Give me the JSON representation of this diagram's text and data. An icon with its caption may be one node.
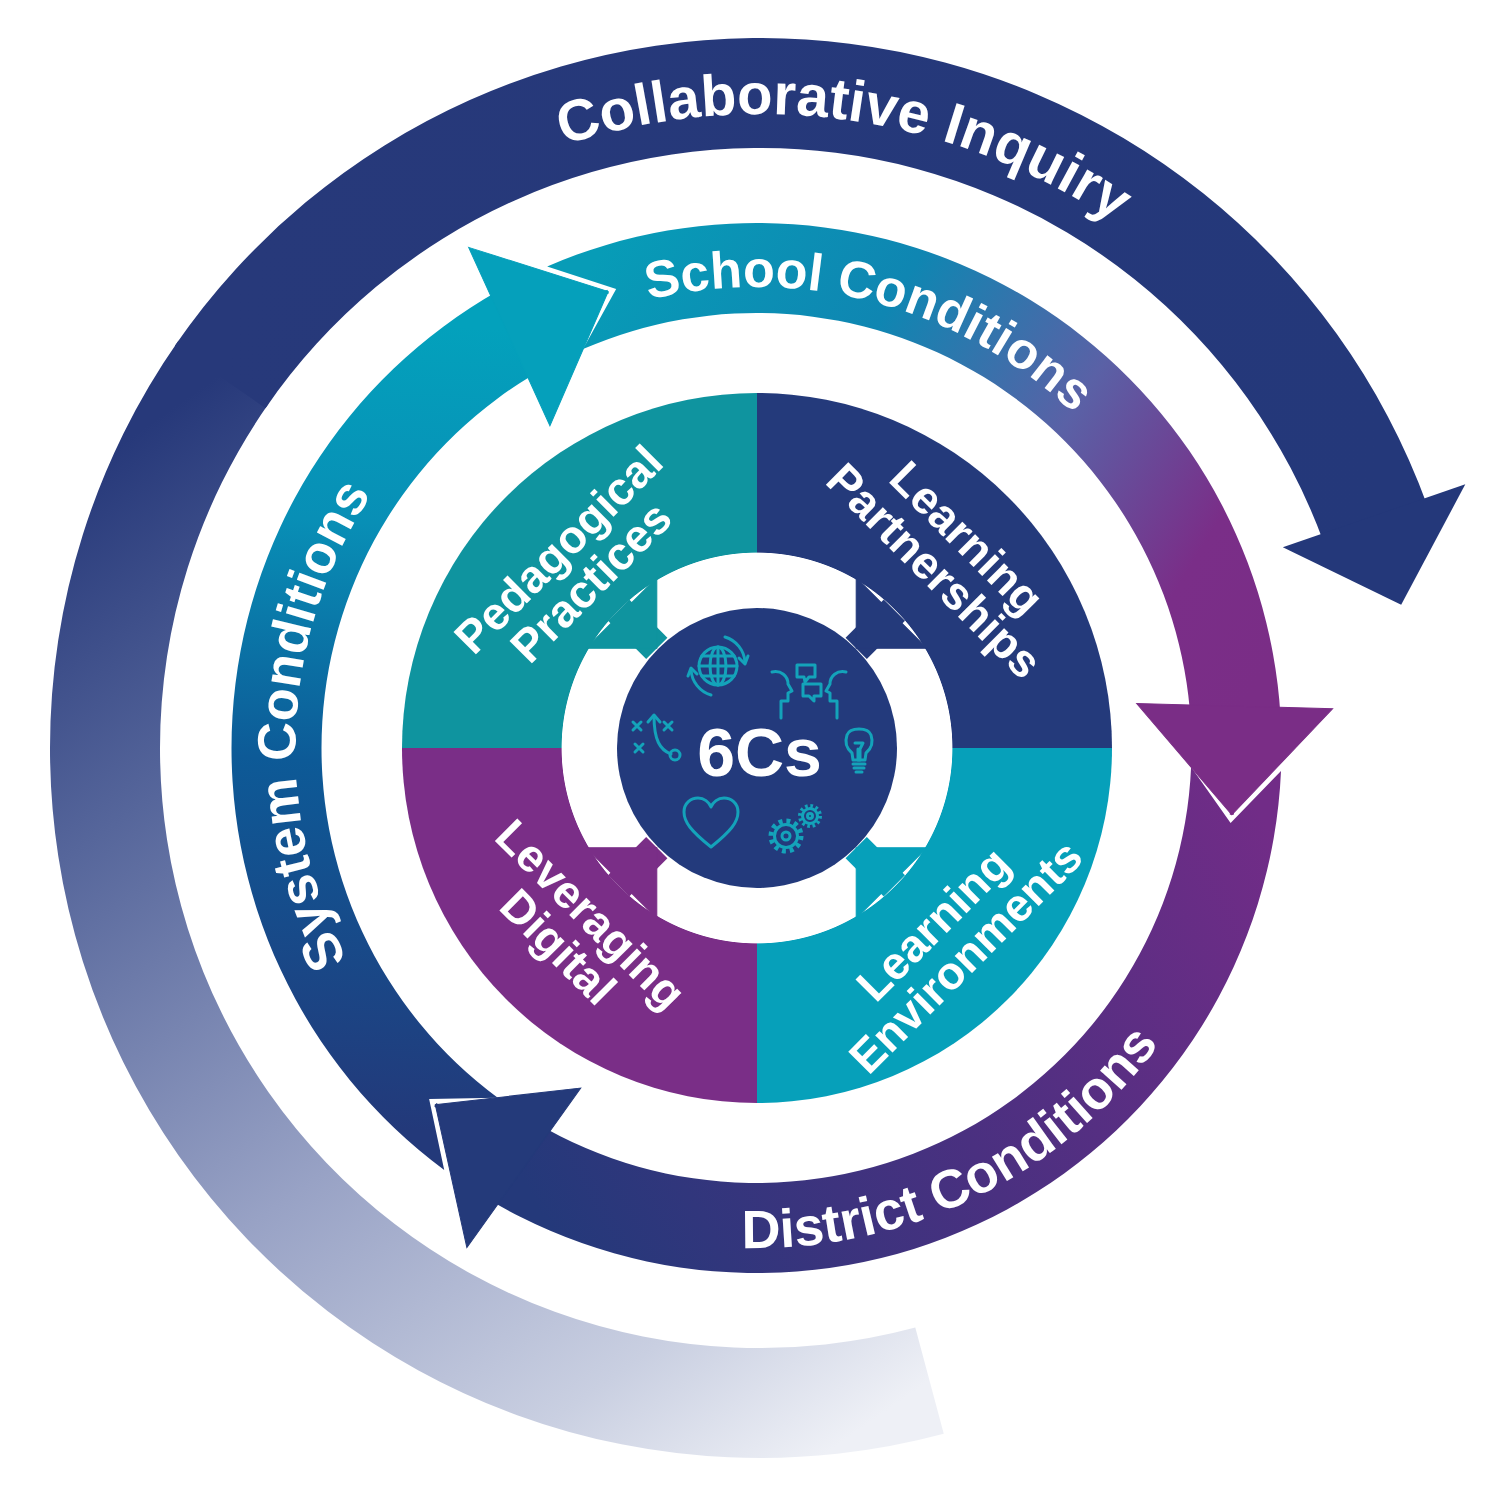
{
  "diagram": {
    "nodes": [
      {
        "text": [
          "Collaborative Inquiry"
        ]
      },
      {
        "text": [
          "School Conditions"
        ],
        "in": 0
      },
      {
        "text": [
          "District Conditions"
        ],
        "in": 0
      },
      {
        "text": [
          "System Conditions"
        ],
        "in": 0
      },
      {
        "text": [
          "Pedagogical Practices"
        ],
        "in": 0
      },
      {
        "text": [
          "Learning Partnerships"
        ],
        "in": 0
      },
      {
        "text": [
          "Learning Environments"
        ],
        "in": 0
      },
      {
        "text": [
          "Leveraging Digital"
        ],
        "in": 0
      },
      {
        "text": [
          "6Cs"
        ],
        "in": 0
      }
    ],
    "edges": [
      {
        "from": 1,
        "to": 2,
        "arrow": "to",
        "color": "#7a2d86"
      },
      {
        "from": 2,
        "to": 3,
        "arrow": "to",
        "color": "#243a7a"
      },
      {
        "from": 3,
        "to": 1,
        "arrow": "to",
        "color": "#05a0bb"
      },
      {
        "from": 4,
        "to": 8,
        "arrow": "to",
        "color": "#0f949f"
      },
      {
        "from": 5,
        "to": 8,
        "arrow": "to",
        "color": "#243a7b"
      },
      {
        "from": 6,
        "to": 8,
        "arrow": "to",
        "color": "#06a0ba"
      },
      {
        "from": 7,
        "to": 8,
        "arrow": "to",
        "color": "#7a2e87"
      }
    ]
  }
}
